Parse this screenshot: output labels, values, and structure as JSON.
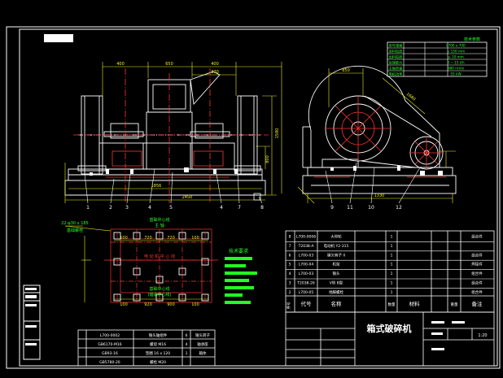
{
  "drawing": {
    "title": "箱式破碎机",
    "scale": "1:20",
    "header_marks": {
      "number": "序号",
      "code": "代号",
      "name": "名称",
      "qty": "数量",
      "material": "材料",
      "weight": "重量",
      "remark": "备注"
    }
  },
  "parts_list": [
    {
      "no": "8",
      "code": "L700-0006",
      "name": "大带轮",
      "qty": "1",
      "note": "组合件"
    },
    {
      "no": "7",
      "code": "T2038-A",
      "name": "电动机 Y2-315",
      "qty": "1",
      "note": ""
    },
    {
      "no": "6",
      "code": "L700-03",
      "name": "锤头转子 II",
      "qty": "1",
      "note": "组合件"
    },
    {
      "no": "5",
      "code": "L700-04",
      "name": "机架",
      "qty": "1",
      "note": "焊接件"
    },
    {
      "no": "4",
      "code": "L700-03",
      "name": "锤头",
      "qty": "1",
      "note": "组合件"
    },
    {
      "no": "3",
      "code": "T2038-26",
      "name": "V带 B型",
      "qty": "1",
      "note": "组合件"
    },
    {
      "no": "2",
      "code": "L700-05",
      "name": "地脚螺栓",
      "qty": "1",
      "note": "组合件"
    }
  ],
  "tech_table": [
    [
      "型号规格",
      "L700 x 700"
    ],
    [
      "进料粒度",
      "≤ 150 mm"
    ],
    [
      "出料粒度",
      "≤ 10 mm"
    ],
    [
      "处理能力",
      "8 ~ 15 t/h"
    ],
    [
      "主轴转速",
      "980 r/min"
    ],
    [
      "电机功率",
      "55 kW"
    ]
  ],
  "bottom_list": [
    {
      "code": "L700-0002",
      "name": "锤头轴组件",
      "no": "6",
      "name2": "锤头转子"
    },
    {
      "code": "GB6170-M16",
      "name": "螺母 M16",
      "no": "4",
      "name2": "轴承座"
    },
    {
      "code": "GB93-16",
      "name": "垫圈 16 x 120",
      "no": "1",
      "name2": "箱体"
    },
    {
      "code": "GB5780-20",
      "name": "螺栓 M20",
      "no": "",
      "name2": ""
    }
  ],
  "front_view": {
    "dims": {
      "top_a": "400",
      "top_b": "650",
      "top_c": "400",
      "mid": "370",
      "overall": "1856",
      "overall_b": "2450",
      "height": "800",
      "right_h": "1580"
    },
    "balloons": [
      "1",
      "2",
      "3",
      "4",
      "5",
      "4",
      "7",
      "8"
    ]
  },
  "side_view": {
    "dims": {
      "top": "850",
      "belt": "1680",
      "width": "1330"
    },
    "balloons": [
      "9",
      "11",
      "10",
      "12"
    ]
  },
  "plan_view": {
    "bolt_label": "22-φ30 x 185",
    "bolt_label2": "基础螺栓",
    "label_top": "基础中心线",
    "label_top2": "主 轴",
    "label_mid": "电 动 机 中 心 线",
    "label_bot": "基础中心线",
    "label_bot2": "(轴承中心线)",
    "row_dims": [
      "100",
      "720",
      "720",
      "100"
    ],
    "bot_dims": [
      "100",
      "920",
      "900",
      "100"
    ]
  },
  "notes_legend": {
    "title": "技术要求",
    "lines": 7
  }
}
